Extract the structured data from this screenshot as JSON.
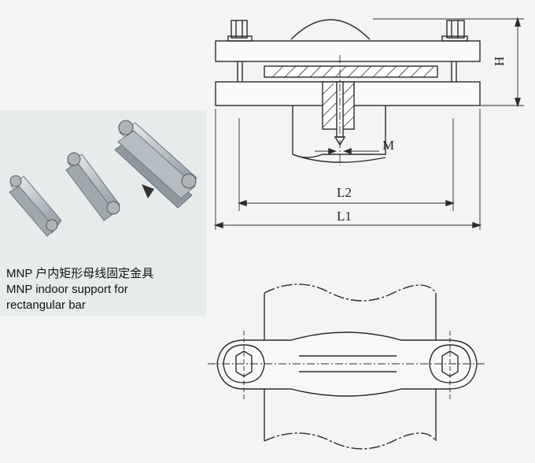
{
  "caption": {
    "title_cn": "MNP 户内矩形母线固定金具",
    "title_en_1": "MNP indoor support for",
    "title_en_2": "rectangular bar"
  },
  "drawing": {
    "dim_h": "H",
    "dim_m": "M",
    "dim_l2": "L2",
    "dim_l1": "L1"
  },
  "colors": {
    "line": "#2b2b2b",
    "panel": "#e6eceb",
    "metal": "#c6ccd0"
  },
  "icons": [
    "bolt-head-icon",
    "clamp-photo-icon"
  ]
}
